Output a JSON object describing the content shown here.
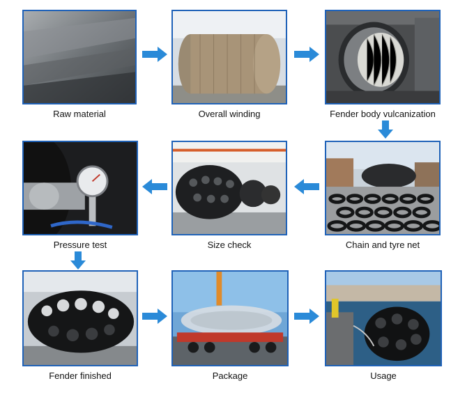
{
  "steps": [
    {
      "id": "raw-material",
      "label": "Raw material"
    },
    {
      "id": "overall-winding",
      "label": "Overall winding"
    },
    {
      "id": "fender-body-vulcanization",
      "label": "Fender body vulcanization"
    },
    {
      "id": "chain-and-tyre-net",
      "label": "Chain and tyre net"
    },
    {
      "id": "size-check",
      "label": "Size check"
    },
    {
      "id": "pressure-test",
      "label": "Pressure test"
    },
    {
      "id": "fender-finished",
      "label": "Fender finished"
    },
    {
      "id": "package",
      "label": "Package"
    },
    {
      "id": "usage",
      "label": "Usage"
    }
  ],
  "colors": {
    "frame": "#1f62b8",
    "arrow": "#2a8ad8"
  }
}
